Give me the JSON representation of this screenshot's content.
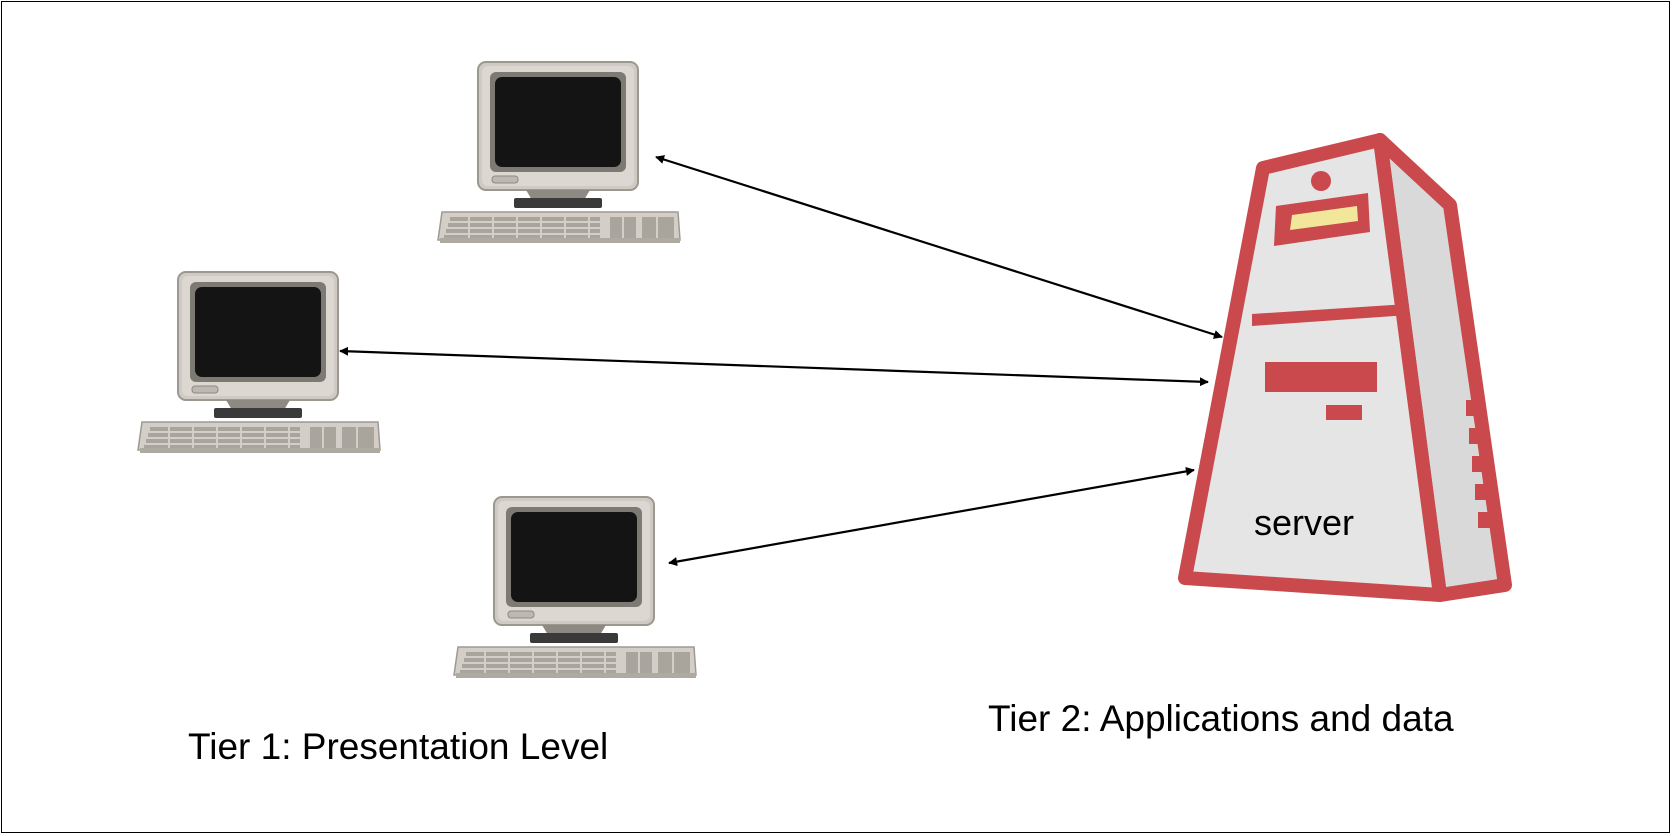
{
  "diagram": {
    "server_label": "server",
    "tier1_label": "Tier 1: Presentation Level",
    "tier2_label": "Tier 2: Applications and data",
    "colors": {
      "server_outline": "#c9494d",
      "server_body": "#e5e5e5",
      "server_light": "#f2e69a",
      "monitor_case": "#cfcbc4",
      "screen": "#141414",
      "arrow": "#000000"
    },
    "icons": {
      "client_computer": "desktop-computer-icon",
      "server": "server-tower-icon"
    },
    "connections": [
      {
        "from": "client-computer-top",
        "to": "server-tower",
        "direction": "bidirectional"
      },
      {
        "from": "client-computer-middle",
        "to": "server-tower",
        "direction": "bidirectional"
      },
      {
        "from": "client-computer-bottom",
        "to": "server-tower",
        "direction": "bidirectional"
      }
    ]
  }
}
